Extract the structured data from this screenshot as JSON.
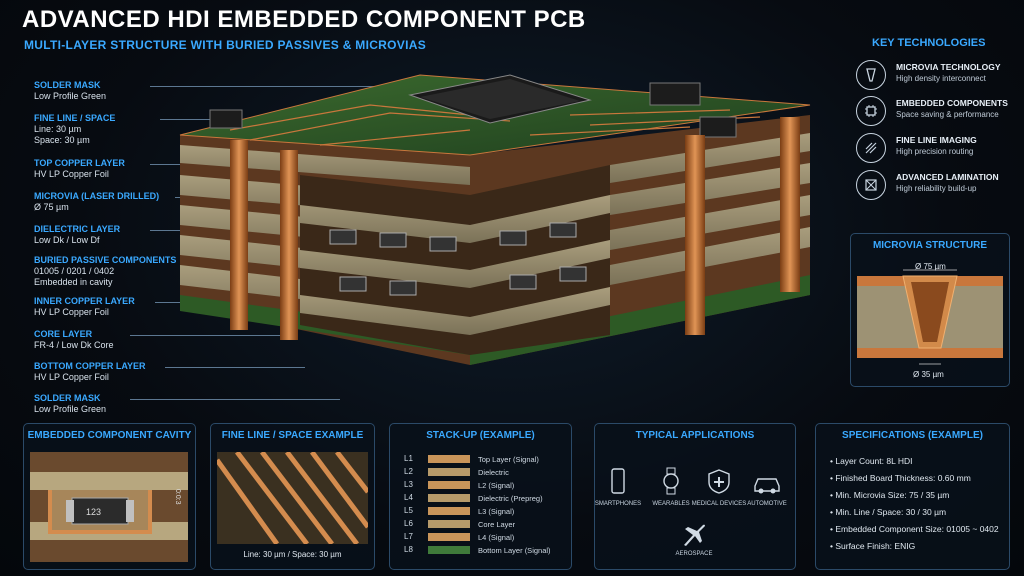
{
  "header": {
    "title": "ADVANCED HDI EMBEDDED COMPONENT PCB",
    "subtitle": "MULTI-LAYER STRUCTURE WITH BURIED PASSIVES & MICROVIAS"
  },
  "left_labels": [
    {
      "heading": "SOLDER MASK",
      "lines": [
        "Low Profile Green"
      ]
    },
    {
      "heading": "FINE LINE / SPACE",
      "lines": [
        "Line: 30 µm",
        "Space: 30 µm"
      ]
    },
    {
      "heading": "TOP COPPER LAYER",
      "lines": [
        "HV LP Copper Foil"
      ]
    },
    {
      "heading": "MICROVIA (LASER DRILLED)",
      "lines": [
        "Ø 75 µm"
      ]
    },
    {
      "heading": "DIELECTRIC LAYER",
      "lines": [
        "Low Dk / Low Df"
      ]
    },
    {
      "heading": "BURIED PASSIVE COMPONENTS",
      "lines": [
        "01005 / 0201 / 0402",
        "Embedded in cavity"
      ]
    },
    {
      "heading": "INNER COPPER LAYER",
      "lines": [
        "HV LP Copper Foil"
      ]
    },
    {
      "heading": "CORE LAYER",
      "lines": [
        "FR-4 / Low Dk Core"
      ]
    },
    {
      "heading": "BOTTOM COPPER LAYER",
      "lines": [
        "HV LP Copper Foil"
      ]
    },
    {
      "heading": "SOLDER MASK",
      "lines": [
        "Low Profile Green"
      ]
    }
  ],
  "key_technologies": {
    "title": "KEY TECHNOLOGIES",
    "items": [
      {
        "heading": "MICROVIA TECHNOLOGY",
        "sub": "High density interconnect",
        "icon": "microvia-icon"
      },
      {
        "heading": "EMBEDDED COMPONENTS",
        "sub": "Space saving & performance",
        "icon": "chip-icon"
      },
      {
        "heading": "FINE LINE IMAGING",
        "sub": "High precision routing",
        "icon": "fine-line-icon"
      },
      {
        "heading": "ADVANCED LAMINATION",
        "sub": "High reliability build-up",
        "icon": "lamination-icon"
      }
    ]
  },
  "microvia_structure": {
    "title": "MICROVIA STRUCTURE",
    "top_dim": "Ø 75 µm",
    "bottom_dim": "Ø 35 µm"
  },
  "cavity_panel": {
    "title": "EMBEDDED COMPONENT CAVITY",
    "component_text": "123",
    "side_text": "0:0:3"
  },
  "fine_line_panel": {
    "title": "FINE LINE / SPACE EXAMPLE",
    "caption": "Line: 30 µm / Space: 30 µm"
  },
  "stackup": {
    "title": "STACK-UP (EXAMPLE)",
    "layers": [
      {
        "id": "L1",
        "desc": "Top Layer (Signal)",
        "color": "#c9955a"
      },
      {
        "id": "L2",
        "desc": "Dielectric",
        "color": "#b69a6a"
      },
      {
        "id": "L3",
        "desc": "L2 (Signal)",
        "color": "#c9955a"
      },
      {
        "id": "L4",
        "desc": "Dielectric (Prepreg)",
        "color": "#b69a6a"
      },
      {
        "id": "L5",
        "desc": "L3 (Signal)",
        "color": "#c9955a"
      },
      {
        "id": "L6",
        "desc": "Core Layer",
        "color": "#b69a6a"
      },
      {
        "id": "L7",
        "desc": "L4 (Signal)",
        "color": "#c9955a"
      },
      {
        "id": "L8",
        "desc": "Bottom Layer (Signal)",
        "color": "#3f7a3a"
      }
    ]
  },
  "applications": {
    "title": "TYPICAL APPLICATIONS",
    "items": [
      "SMARTPHONES",
      "WEARABLES",
      "MEDICAL DEVICES",
      "AUTOMOTIVE",
      "AEROSPACE"
    ]
  },
  "specifications": {
    "title": "SPECIFICATIONS (EXAMPLE)",
    "items": [
      "Layer Count: 8L HDI",
      "Finished Board Thickness: 0.60 mm",
      "Min. Microvia Size: 75 / 35 µm",
      "Min. Line / Space: 30 / 30 µm",
      "Embedded Component Size: 01005 ~ 0402",
      "Surface Finish: ENIG"
    ]
  },
  "colors": {
    "accent": "#3aa9ff",
    "copper": "#c9773c",
    "board_green": "#2f5a2a",
    "background": "#05080d"
  }
}
